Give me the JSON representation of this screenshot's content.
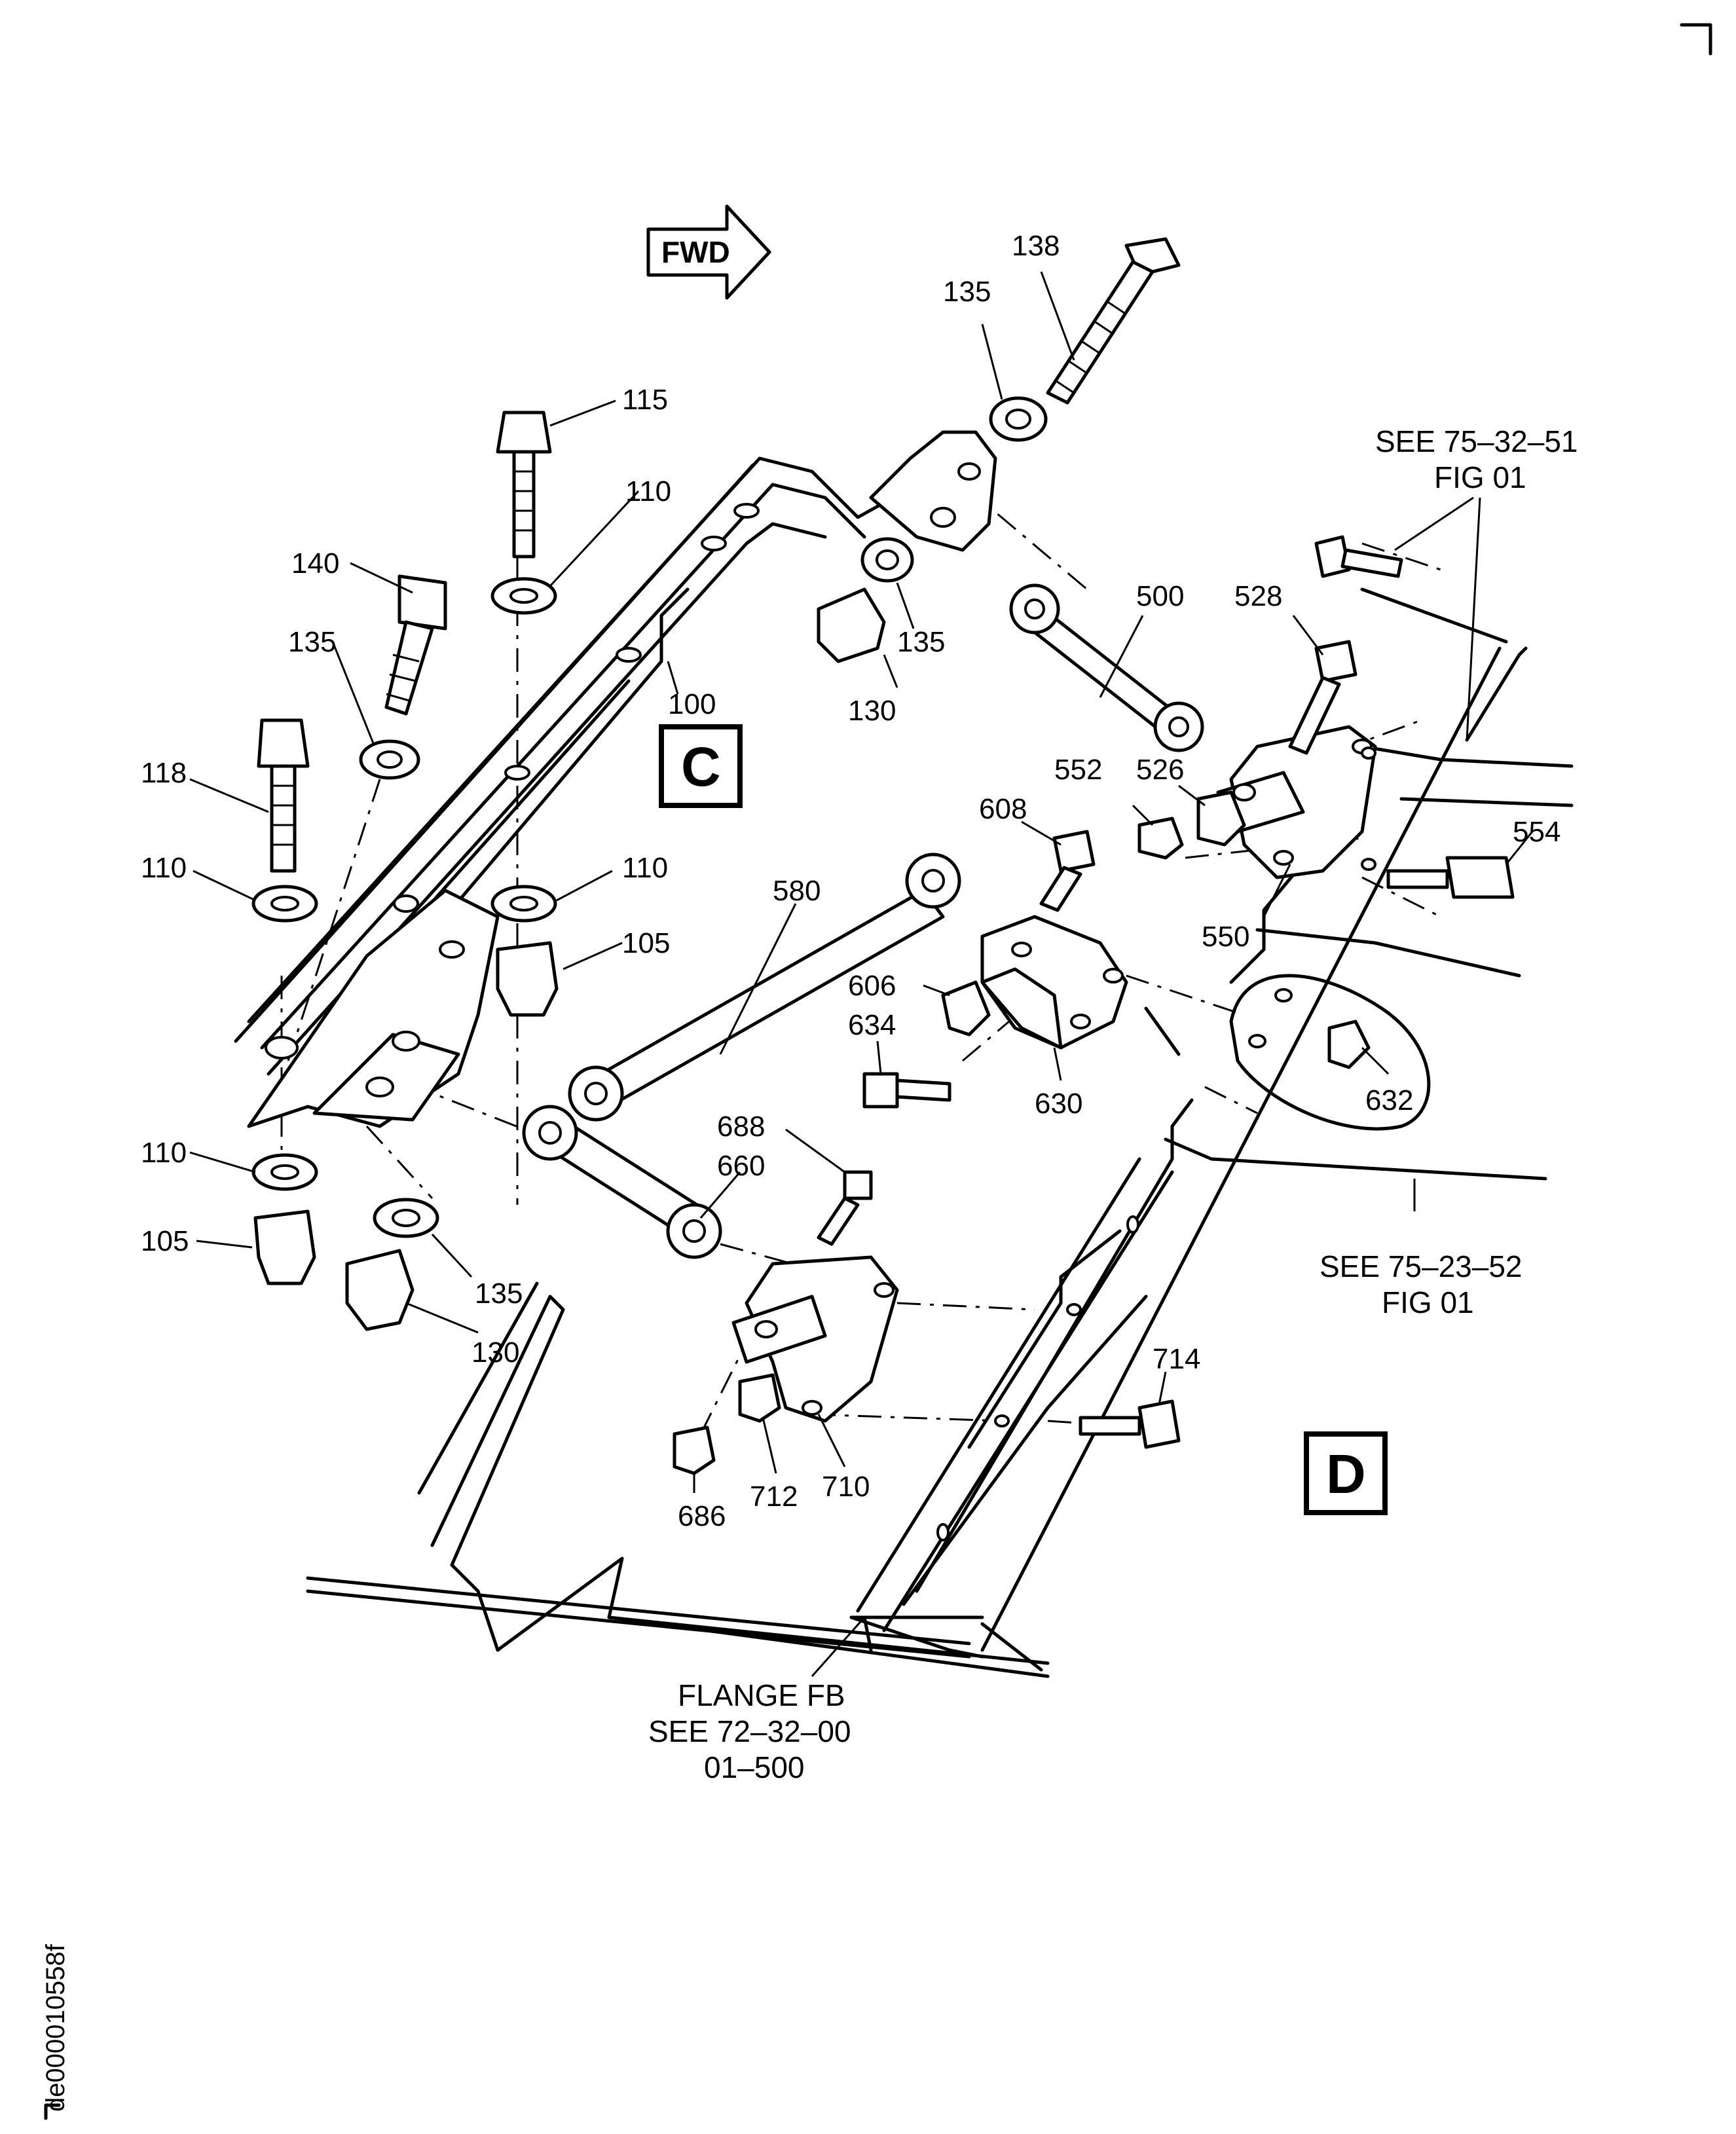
{
  "fwd_arrow": {
    "label": "FWD"
  },
  "view_labels": {
    "c": "C",
    "d": "D"
  },
  "part_numbers": {
    "p100": "100",
    "p105a": "105",
    "p105b": "105",
    "p110a": "110",
    "p110b": "110",
    "p110c": "110",
    "p110d": "110",
    "p115": "115",
    "p118": "118",
    "p130a": "130",
    "p130b": "130",
    "p135a": "135",
    "p135b": "135",
    "p135c": "135",
    "p135d": "135",
    "p138": "138",
    "p140": "140",
    "p500": "500",
    "p526": "526",
    "p528": "528",
    "p550": "550",
    "p552": "552",
    "p554": "554",
    "p580": "580",
    "p606": "606",
    "p608": "608",
    "p630": "630",
    "p632": "632",
    "p634": "634",
    "p660": "660",
    "p686": "686",
    "p688": "688",
    "p710": "710",
    "p712": "712",
    "p714": "714"
  },
  "references": {
    "see_75_32_51": {
      "line1": "SEE 75–32–51",
      "line2": "FIG 01"
    },
    "see_75_23_52": {
      "line1": "SEE 75–23–52",
      "line2": "FIG 01"
    },
    "flange_fb": {
      "line1": "FLANGE FB",
      "line2": "SEE 72–32–00",
      "line3": "01–500"
    }
  },
  "drawing_code": "de000010558f"
}
